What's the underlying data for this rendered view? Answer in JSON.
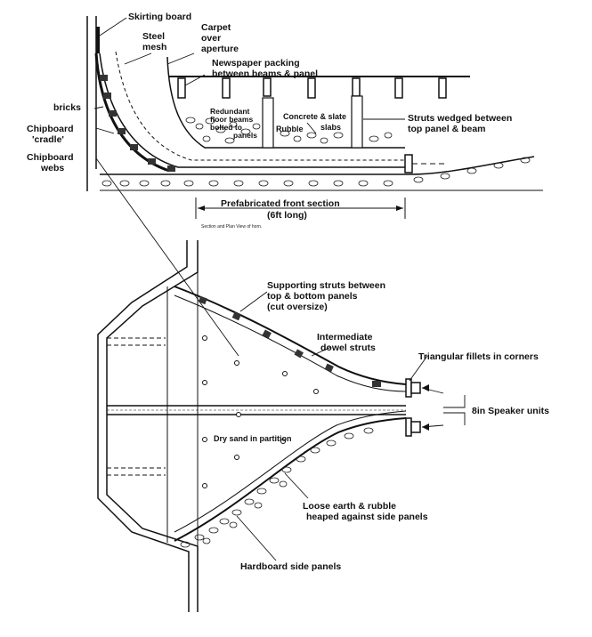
{
  "section_view": {
    "labels": {
      "skirting_board": "Skirting board",
      "steel_mesh_1": "Steel",
      "steel_mesh_2": "mesh",
      "carpet_1": "Carpet",
      "carpet_2": "over",
      "carpet_3": "aperture",
      "newspaper_1": "Newspaper packing",
      "newspaper_2": "between beams & panel",
      "bricks": "bricks",
      "chipboard_cradle_1": "Chipboard",
      "chipboard_cradle_2": "'cradle'",
      "chipboard_webs_1": "Chipboard",
      "chipboard_webs_2": "webs",
      "redundant_1": "Redundant",
      "redundant_2": "floor beams",
      "redundant_3": "bolted to",
      "redundant_4": "panels",
      "concrete_1": "Concrete & slate",
      "concrete_2": "slabs",
      "rubble": "Rubble",
      "struts_1": "Struts wedged between",
      "struts_2": "top panel & beam",
      "prefab_1": "Prefabricated front section",
      "prefab_2": "(6ft long)"
    },
    "caption": "Section and Plan View of horn."
  },
  "plan_view": {
    "labels": {
      "supporting_1": "Supporting struts between",
      "supporting_2": "top & bottom panels",
      "supporting_3": "(cut oversize)",
      "dowel_1": "Intermediate",
      "dowel_2": "dowel struts",
      "fillets": "Triangular fillets in corners",
      "speaker": "8in Speaker units",
      "dry_sand": "Dry sand in partition",
      "loose_1": "Loose earth & rubble",
      "loose_2": "heaped against side panels",
      "hardboard": "Hardboard side panels"
    }
  }
}
